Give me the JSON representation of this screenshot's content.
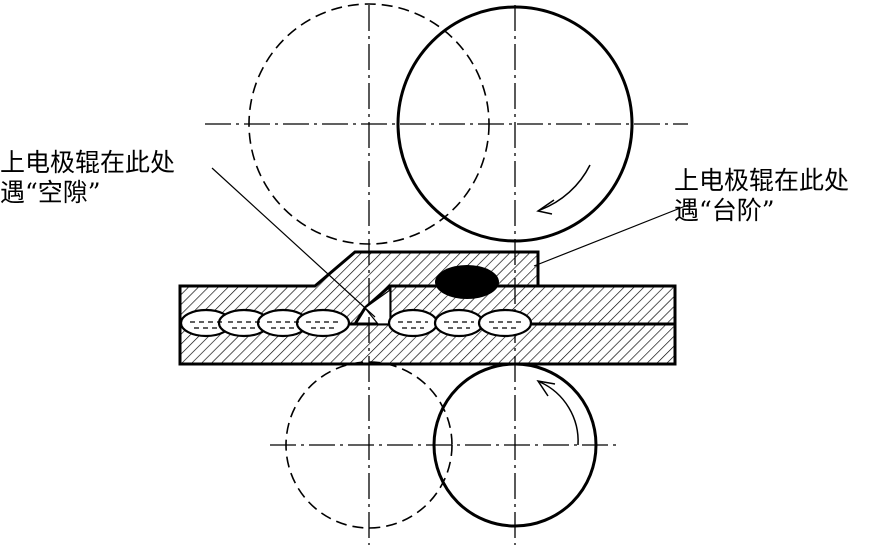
{
  "labels": {
    "left": {
      "line1": "上电极辊在此处",
      "line2": "遇“空隙”"
    },
    "right": {
      "line1": "上电极辊在此处",
      "line2": "遇“台阶”"
    }
  },
  "colors": {
    "line": "#000000",
    "background": "#ffffff"
  }
}
